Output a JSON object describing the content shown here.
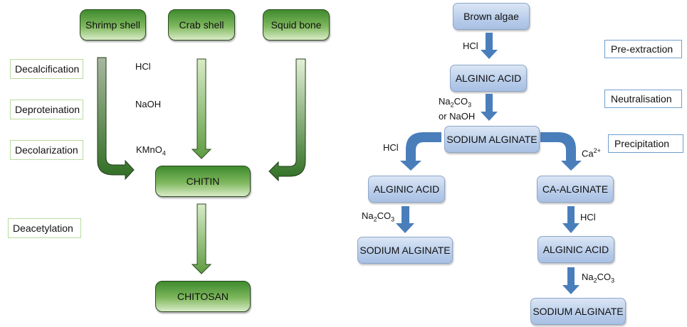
{
  "chitin_diagram": {
    "sources": [
      "Shrimp shell",
      "Crab shell",
      "Squid bone"
    ],
    "steps": [
      "Decalcification",
      "Deproteination",
      "Decolarization",
      "Deacetylation"
    ],
    "reagents": {
      "hcl": "HCl",
      "naoh": "NaOH",
      "kmno4_base": "KMnO",
      "kmno4_sub": "4"
    },
    "products": {
      "chitin": "CHITIN",
      "chitosan": "CHITOSAN"
    },
    "colors": {
      "green_dark": "#2f6e22",
      "green_light": "#d9ecc7",
      "step_border": "#b8dca0"
    }
  },
  "alginate_diagram": {
    "start": "Brown algae",
    "nodes": {
      "alginic_acid_1": "ALGINIC ACID",
      "sodium_alginate_1": "SODIUM ALGINATE",
      "alginic_acid_left": "ALGINIC ACID",
      "sodium_alginate_left": "SODIUM ALGINATE",
      "ca_alginate": "CA-ALGINATE",
      "alginic_acid_right": "ALGINIC ACID",
      "sodium_alginate_right": "SODIUM ALGINATE"
    },
    "reagents": {
      "hcl_top": "HCl",
      "na2co3_na": "Na",
      "na2co3_sub2": "2",
      "na2co3_co": "CO",
      "na2co3_sub3": "3",
      "or_naoh": "or NaOH",
      "hcl_left": "HCl",
      "ca": "Ca",
      "ca_sup": "2+",
      "hcl_right": "HCl"
    },
    "stages": [
      "Pre-extraction",
      "Neutralisation",
      "Precipitation"
    ],
    "colors": {
      "arrow_blue": "#4a7ebb",
      "box_blue": "#b9cdea",
      "stage_border": "#6f9fd0"
    }
  }
}
